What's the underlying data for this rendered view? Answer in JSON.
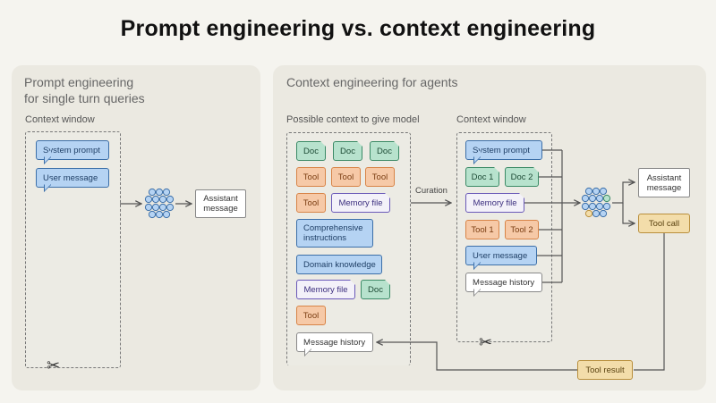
{
  "title": "Prompt engineering vs. context engineering",
  "prompt_panel": {
    "title_line1": "Prompt engineering",
    "title_line2": "for single turn queries",
    "context_window_label": "Context window",
    "system_prompt": "System prompt",
    "user_message": "User message",
    "assistant_message": "Assistant message"
  },
  "context_panel": {
    "title": "Context engineering for agents",
    "possible_label": "Possible context to give model",
    "context_window_label": "Context window",
    "curation_label": "Curation",
    "possible": {
      "doc": "Doc",
      "tool": "Tool",
      "memory_file": "Memory file",
      "comprehensive_instructions": "Comprehensive instructions",
      "domain_knowledge": "Domain knowledge",
      "message_history": "Message history"
    },
    "window": {
      "system_prompt": "System prompt",
      "doc_1": "Doc 1",
      "doc_2": "Doc 2",
      "memory_file": "Memory file",
      "tool_1": "Tool 1",
      "tool_2": "Tool 2",
      "user_message": "User message",
      "message_history": "Message history"
    },
    "assistant_message": "Assistant message",
    "tool_call": "Tool call",
    "tool_result": "Tool result"
  },
  "colors": {
    "blue": "#b5d3f3",
    "green": "#b7e2cd",
    "orange": "#f6c9a7",
    "purple": "#6a59b8",
    "yellow": "#f3ddaa"
  },
  "icons": [
    "neural-network-icon",
    "scissors-icon"
  ]
}
